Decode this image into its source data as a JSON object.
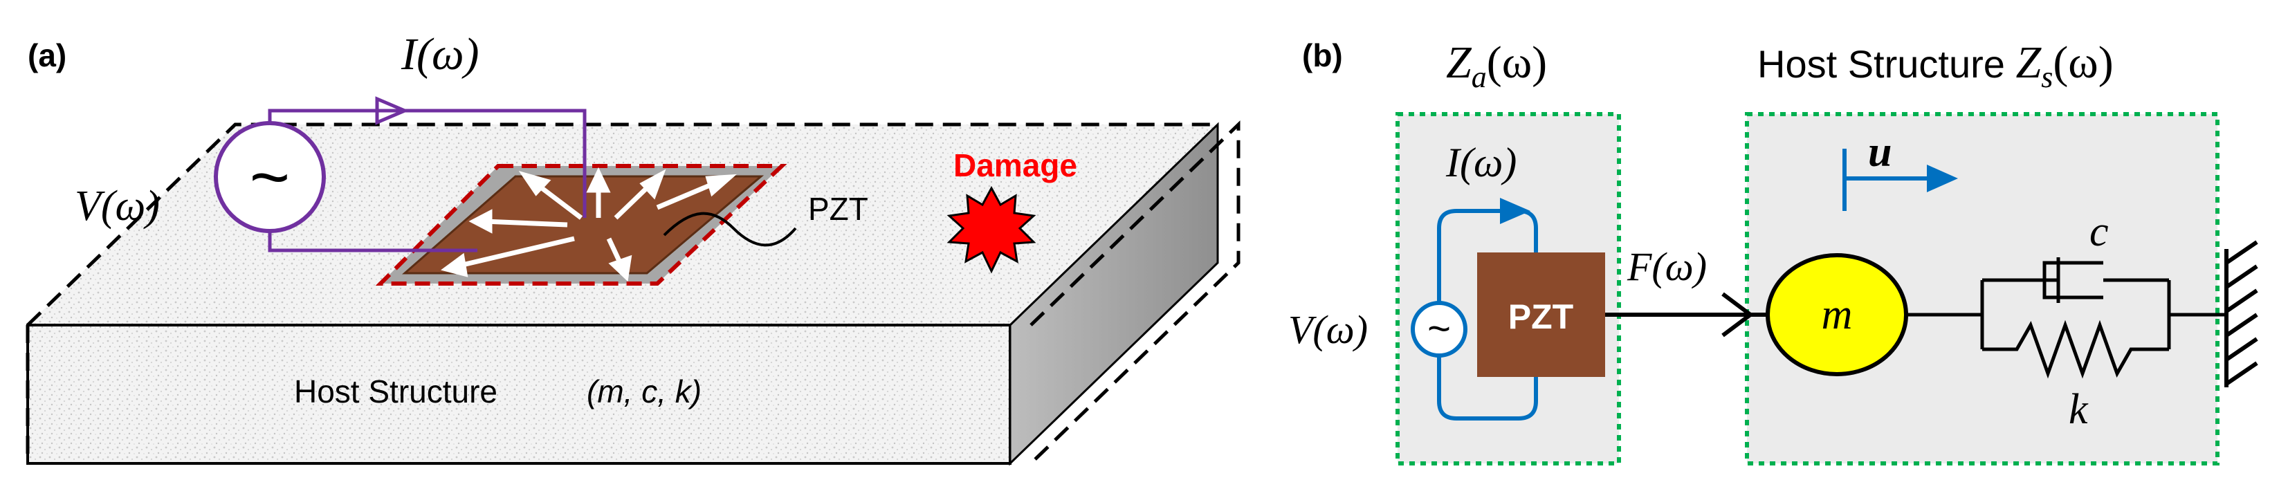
{
  "panel_a": {
    "label": "(a)",
    "current_label": "I(ω)",
    "voltage_label": "V(ω)",
    "source_symbol": "~",
    "pzt_label": "PZT",
    "damage_label": "Damage",
    "host_label": "Host Structure",
    "host_params": "(m, c, k)"
  },
  "panel_b": {
    "label": "(b)",
    "za_label": "Z",
    "za_sub": "a",
    "za_arg": "(ω)",
    "zs_prefix": "Host Structure ",
    "zs_label": "Z",
    "zs_sub": "s",
    "zs_arg": "(ω)",
    "current_label": "I(ω)",
    "voltage_label": "V(ω)",
    "source_symbol": "~",
    "pzt_label": "PZT",
    "force_label": "F(ω)",
    "mass_label": "m",
    "displacement_label": "u",
    "damper_label": "c",
    "spring_label": "k"
  },
  "colors": {
    "circuit_wire": "#7030a0",
    "pzt_fill": "#8b4a2b",
    "damage_red": "#ff0000",
    "dashed_red": "#c00000",
    "blue_wire": "#0070c0",
    "green_dotted": "#00b050",
    "mass_fill": "#ffff00",
    "panel_fill": "#ebebeb"
  }
}
